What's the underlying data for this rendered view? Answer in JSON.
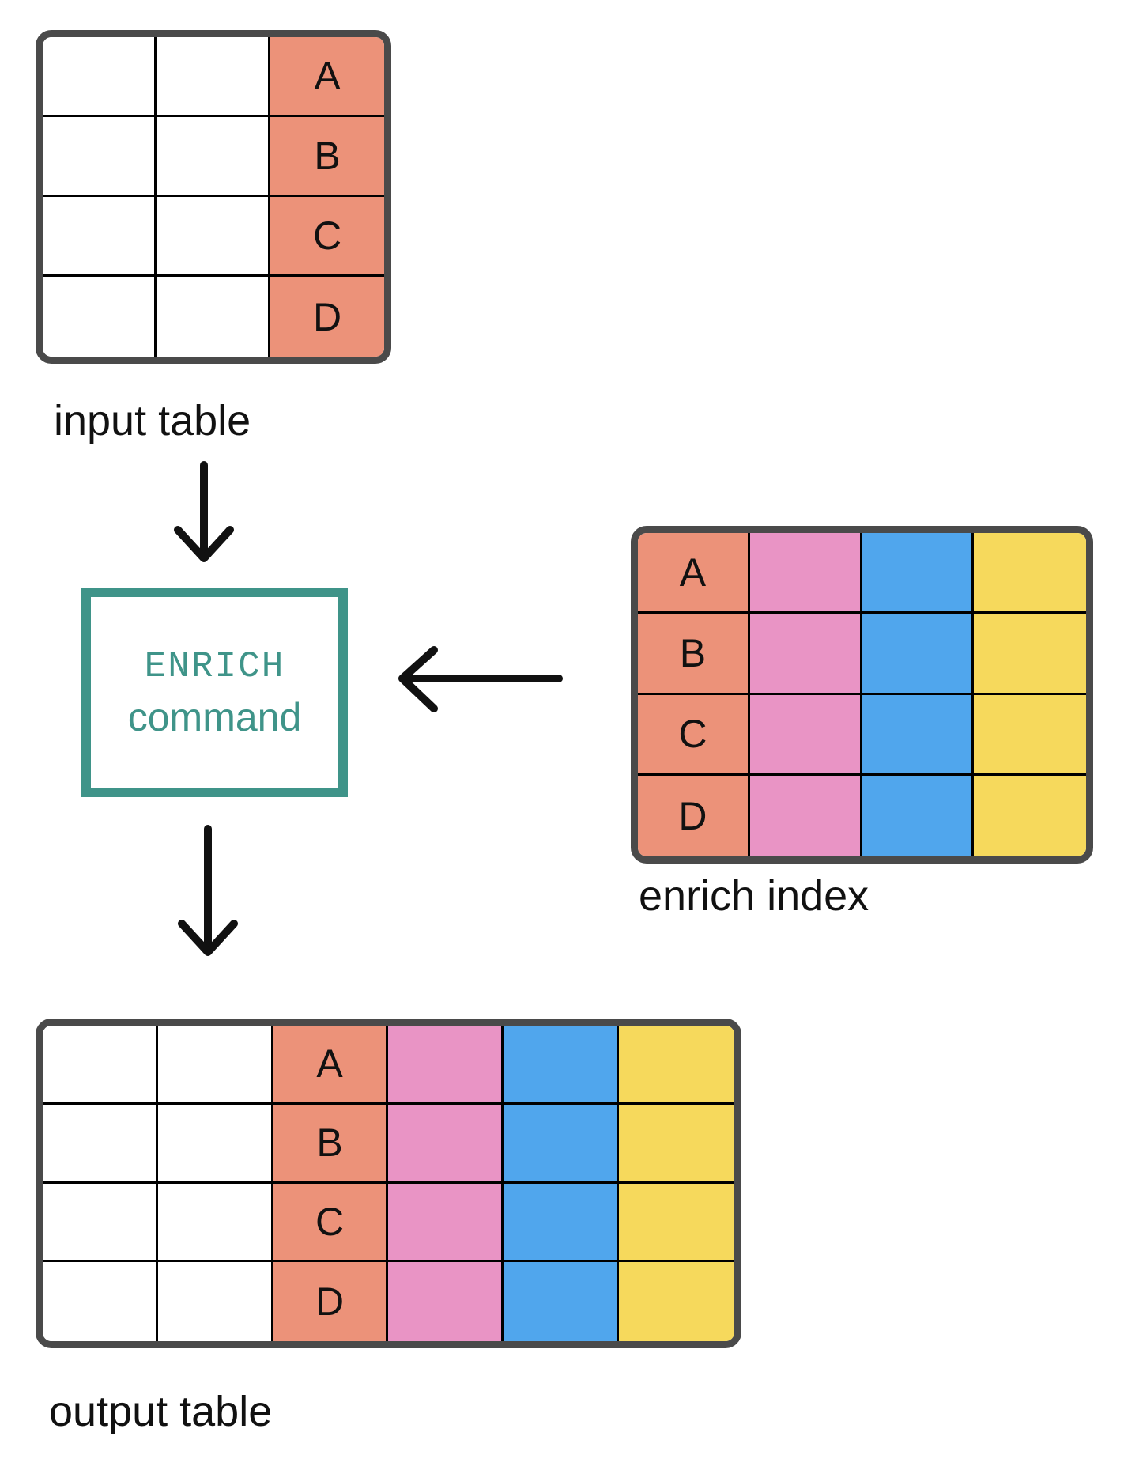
{
  "labels": {
    "input_table": "input table",
    "enrich_index": "enrich index",
    "output_table": "output table"
  },
  "enrich_box": {
    "line1": "ENRICH",
    "line2": "command"
  },
  "keys": [
    "A",
    "B",
    "C",
    "D"
  ],
  "tables": {
    "input": {
      "columns": 3,
      "rows": 4,
      "key_column_index": 2
    },
    "enrich": {
      "columns": 4,
      "rows": 4,
      "key_column_index": 0
    },
    "output": {
      "columns": 6,
      "rows": 4,
      "key_column_index": 2
    }
  },
  "colors": {
    "key_column_salmon": "#EC9279",
    "enrich_pink": "#E994C5",
    "enrich_blue": "#50A6ED",
    "enrich_yellow": "#F6D95C",
    "command_teal": "#3F9489",
    "table_outer_border": "#4A4A4A",
    "grid_line": "#000000",
    "arrow_and_text": "#111111"
  }
}
